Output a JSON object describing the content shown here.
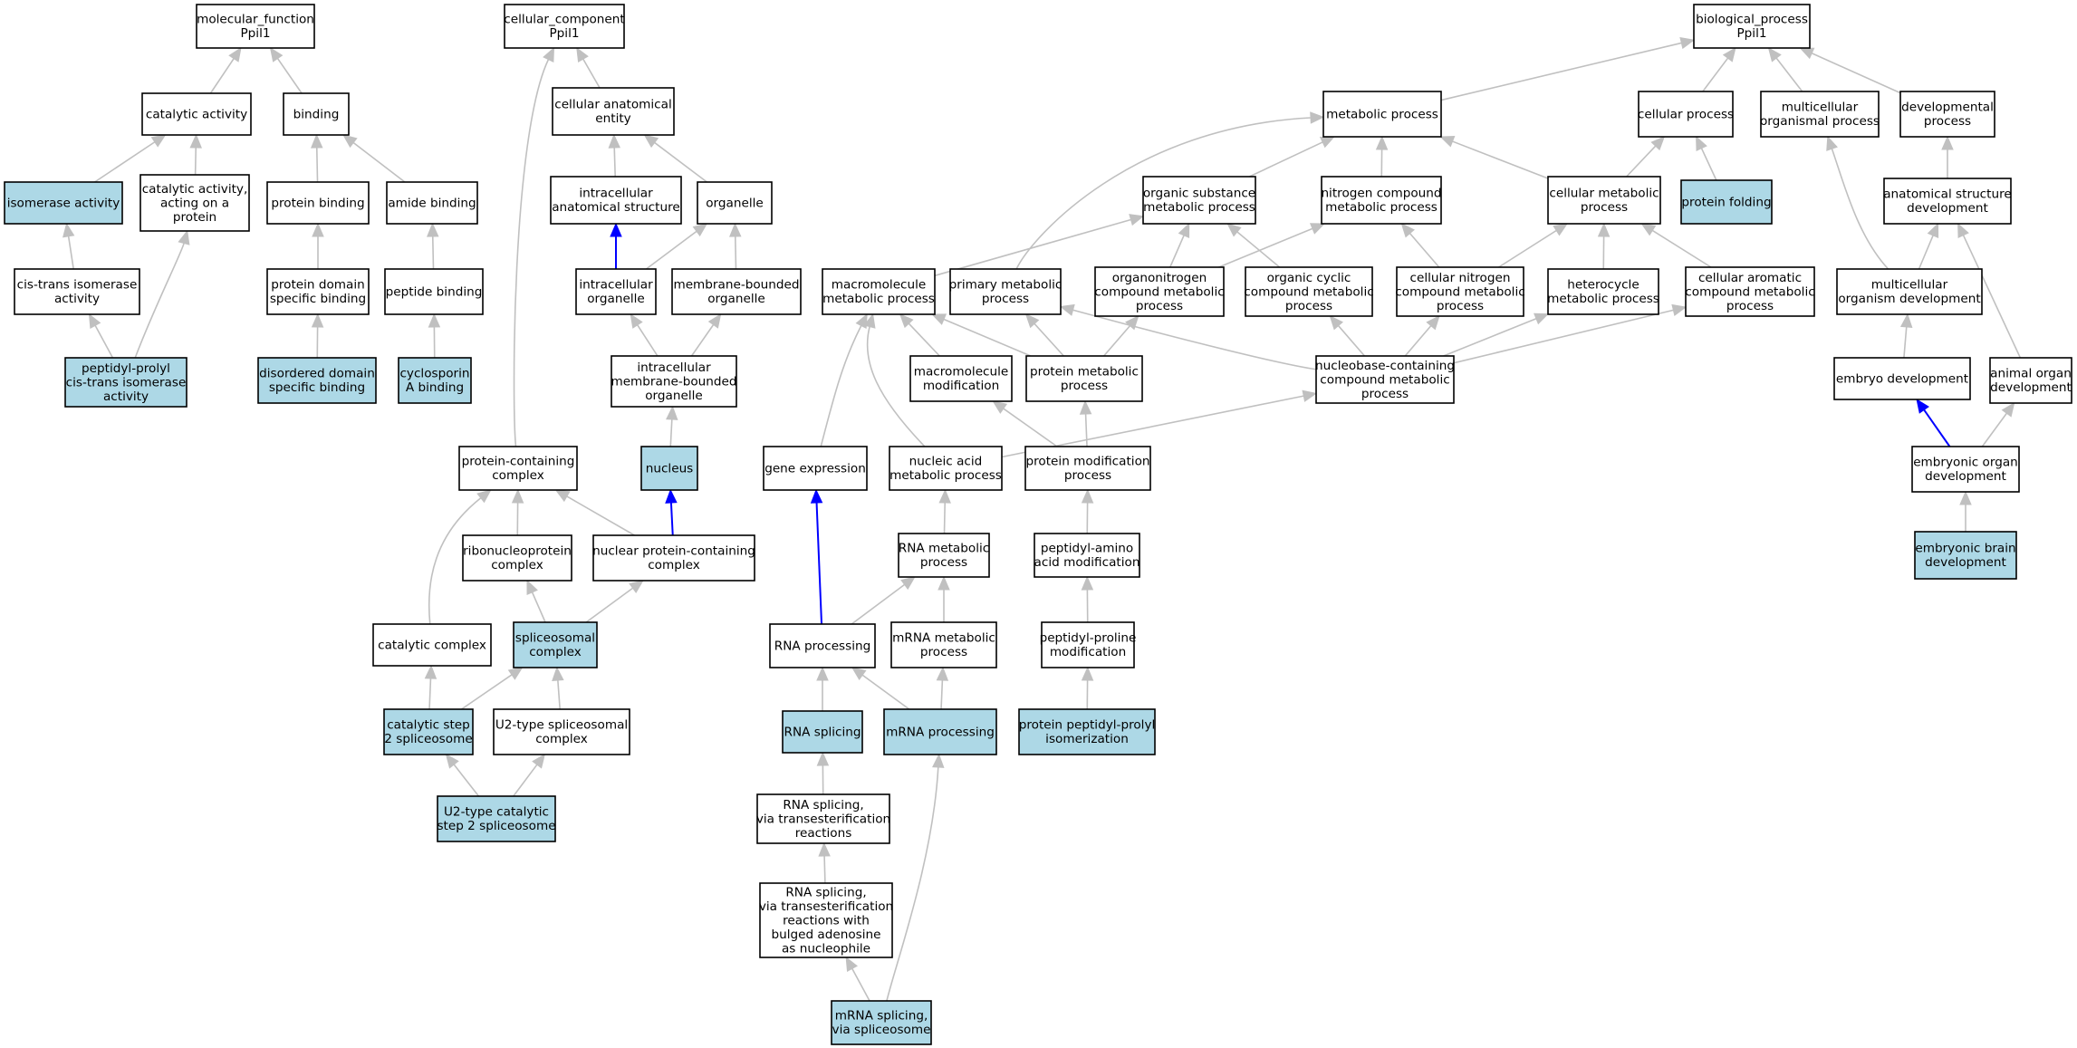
{
  "colors": {
    "node_fill": "#ffffff",
    "highlight_fill": "#add8e6",
    "node_border": "#000000",
    "edge_gray": "#c0c0c0",
    "edge_blue": "#0000ff"
  },
  "nodes": {
    "mf": {
      "lines": [
        "molecular_function",
        "Ppil1"
      ],
      "highlight": false
    },
    "cat": {
      "lines": [
        "catalytic activity"
      ],
      "highlight": false
    },
    "bind": {
      "lines": [
        "binding"
      ],
      "highlight": false
    },
    "iso": {
      "lines": [
        "isomerase activity"
      ],
      "highlight": true
    },
    "catp": {
      "lines": [
        "catalytic activity,",
        "acting on a",
        "protein"
      ],
      "highlight": false
    },
    "pbind": {
      "lines": [
        "protein binding"
      ],
      "highlight": false
    },
    "amide": {
      "lines": [
        "amide binding"
      ],
      "highlight": false
    },
    "cistrans": {
      "lines": [
        "cis-trans isomerase",
        "activity"
      ],
      "highlight": false
    },
    "pdom": {
      "lines": [
        "protein domain",
        "specific binding"
      ],
      "highlight": false
    },
    "pep": {
      "lines": [
        "peptide binding"
      ],
      "highlight": false
    },
    "ppcti": {
      "lines": [
        "peptidyl-prolyl",
        "cis-trans isomerase",
        "activity"
      ],
      "highlight": true
    },
    "disdom": {
      "lines": [
        "disordered domain",
        "specific binding"
      ],
      "highlight": true
    },
    "cyclo": {
      "lines": [
        "cyclosporin",
        "A binding"
      ],
      "highlight": true
    },
    "cc": {
      "lines": [
        "cellular_component",
        "Ppil1"
      ],
      "highlight": false
    },
    "cae": {
      "lines": [
        "cellular anatomical",
        "entity"
      ],
      "highlight": false
    },
    "ias": {
      "lines": [
        "intracellular",
        "anatomical structure"
      ],
      "highlight": false
    },
    "org": {
      "lines": [
        "organelle"
      ],
      "highlight": false
    },
    "iorg": {
      "lines": [
        "intracellular",
        "organelle"
      ],
      "highlight": false
    },
    "mbo": {
      "lines": [
        "membrane-bounded",
        "organelle"
      ],
      "highlight": false
    },
    "imbo": {
      "lines": [
        "intracellular",
        "membrane-bounded",
        "organelle"
      ],
      "highlight": false
    },
    "nucleus": {
      "lines": [
        "nucleus"
      ],
      "highlight": true
    },
    "pcc": {
      "lines": [
        "protein-containing",
        "complex"
      ],
      "highlight": false
    },
    "rnp": {
      "lines": [
        "ribonucleoprotein",
        "complex"
      ],
      "highlight": false
    },
    "npcc": {
      "lines": [
        "nuclear protein-containing",
        "complex"
      ],
      "highlight": false
    },
    "catcx": {
      "lines": [
        "catalytic complex"
      ],
      "highlight": false
    },
    "splc": {
      "lines": [
        "spliceosomal",
        "complex"
      ],
      "highlight": true
    },
    "cs2": {
      "lines": [
        "catalytic step",
        "2 spliceosome"
      ],
      "highlight": true
    },
    "u2t": {
      "lines": [
        "U2-type spliceosomal",
        "complex"
      ],
      "highlight": false
    },
    "u2cs2": {
      "lines": [
        "U2-type catalytic",
        "step 2 spliceosome"
      ],
      "highlight": true
    },
    "bp": {
      "lines": [
        "biological_process",
        "Ppil1"
      ],
      "highlight": false
    },
    "met": {
      "lines": [
        "metabolic process"
      ],
      "highlight": false
    },
    "cellp": {
      "lines": [
        "cellular process"
      ],
      "highlight": false
    },
    "multi": {
      "lines": [
        "multicellular",
        "organismal process"
      ],
      "highlight": false
    },
    "devp": {
      "lines": [
        "developmental",
        "process"
      ],
      "highlight": false
    },
    "osm": {
      "lines": [
        "organic substance",
        "metabolic process"
      ],
      "highlight": false
    },
    "ncm": {
      "lines": [
        "nitrogen compound",
        "metabolic process"
      ],
      "highlight": false
    },
    "cmet": {
      "lines": [
        "cellular metabolic",
        "process"
      ],
      "highlight": false
    },
    "pfold": {
      "lines": [
        "protein folding"
      ],
      "highlight": true
    },
    "asd": {
      "lines": [
        "anatomical structure",
        "development"
      ],
      "highlight": false
    },
    "mmm": {
      "lines": [
        "macromolecule",
        "metabolic process"
      ],
      "highlight": false
    },
    "prim": {
      "lines": [
        "primary metabolic",
        "process"
      ],
      "highlight": false
    },
    "oncm": {
      "lines": [
        "organonitrogen",
        "compound metabolic",
        "process"
      ],
      "highlight": false
    },
    "occm": {
      "lines": [
        "organic cyclic",
        "compound metabolic",
        "process"
      ],
      "highlight": false
    },
    "cncm": {
      "lines": [
        "cellular nitrogen",
        "compound metabolic",
        "process"
      ],
      "highlight": false
    },
    "hetm": {
      "lines": [
        "heterocycle",
        "metabolic process"
      ],
      "highlight": false
    },
    "cacm": {
      "lines": [
        "cellular aromatic",
        "compound metabolic",
        "process"
      ],
      "highlight": false
    },
    "mod": {
      "lines": [
        "multicellular",
        "organism development"
      ],
      "highlight": false
    },
    "mmod": {
      "lines": [
        "macromolecule",
        "modification"
      ],
      "highlight": false
    },
    "pmp": {
      "lines": [
        "protein metabolic",
        "process"
      ],
      "highlight": false
    },
    "nbcm": {
      "lines": [
        "nucleobase-containing",
        "compound metabolic",
        "process"
      ],
      "highlight": false
    },
    "embd": {
      "lines": [
        "embryo development"
      ],
      "highlight": false
    },
    "aod": {
      "lines": [
        "animal organ",
        "development"
      ],
      "highlight": false
    },
    "gexp": {
      "lines": [
        "gene expression"
      ],
      "highlight": false
    },
    "nam": {
      "lines": [
        "nucleic acid",
        "metabolic process"
      ],
      "highlight": false
    },
    "pmodp": {
      "lines": [
        "protein modification",
        "process"
      ],
      "highlight": false
    },
    "eod": {
      "lines": [
        "embryonic organ",
        "development"
      ],
      "highlight": false
    },
    "rnam": {
      "lines": [
        "RNA metabolic",
        "process"
      ],
      "highlight": false
    },
    "paam": {
      "lines": [
        "peptidyl-amino",
        "acid modification"
      ],
      "highlight": false
    },
    "ebd": {
      "lines": [
        "embryonic brain",
        "development"
      ],
      "highlight": true
    },
    "rnap": {
      "lines": [
        "RNA processing"
      ],
      "highlight": false
    },
    "mrnam": {
      "lines": [
        "mRNA metabolic",
        "process"
      ],
      "highlight": false
    },
    "ppm": {
      "lines": [
        "peptidyl-proline",
        "modification"
      ],
      "highlight": false
    },
    "rnas": {
      "lines": [
        "RNA splicing"
      ],
      "highlight": true
    },
    "mrnap": {
      "lines": [
        "mRNA processing"
      ],
      "highlight": true
    },
    "pppi": {
      "lines": [
        "protein peptidyl-prolyl",
        "isomerization"
      ],
      "highlight": true
    },
    "rstr": {
      "lines": [
        "RNA splicing,",
        "via transesterification",
        "reactions"
      ],
      "highlight": false
    },
    "rstrb": {
      "lines": [
        "RNA splicing,",
        "via transesterification",
        "reactions with",
        "bulged adenosine",
        "as nucleophile"
      ],
      "highlight": false
    },
    "mrnas": {
      "lines": [
        "mRNA splicing,",
        "via spliceosome"
      ],
      "highlight": true
    }
  },
  "edges": [
    {
      "from": "cat",
      "to": "mf",
      "color": "gray"
    },
    {
      "from": "bind",
      "to": "mf",
      "color": "gray"
    },
    {
      "from": "iso",
      "to": "cat",
      "color": "gray"
    },
    {
      "from": "catp",
      "to": "cat",
      "color": "gray"
    },
    {
      "from": "pbind",
      "to": "bind",
      "color": "gray"
    },
    {
      "from": "amide",
      "to": "bind",
      "color": "gray"
    },
    {
      "from": "cistrans",
      "to": "iso",
      "color": "gray"
    },
    {
      "from": "pdom",
      "to": "pbind",
      "color": "gray"
    },
    {
      "from": "pep",
      "to": "amide",
      "color": "gray"
    },
    {
      "from": "ppcti",
      "to": "cistrans",
      "color": "gray"
    },
    {
      "from": "ppcti",
      "to": "catp",
      "color": "gray"
    },
    {
      "from": "disdom",
      "to": "pdom",
      "color": "gray"
    },
    {
      "from": "cyclo",
      "to": "pep",
      "color": "gray"
    },
    {
      "from": "cae",
      "to": "cc",
      "color": "gray"
    },
    {
      "from": "pcc",
      "to": "cc",
      "color": "gray"
    },
    {
      "from": "ias",
      "to": "cae",
      "color": "gray"
    },
    {
      "from": "org",
      "to": "cae",
      "color": "gray"
    },
    {
      "from": "iorg",
      "to": "ias",
      "color": "blue"
    },
    {
      "from": "iorg",
      "to": "org",
      "color": "gray"
    },
    {
      "from": "mbo",
      "to": "org",
      "color": "gray"
    },
    {
      "from": "imbo",
      "to": "iorg",
      "color": "gray"
    },
    {
      "from": "imbo",
      "to": "mbo",
      "color": "gray"
    },
    {
      "from": "nucleus",
      "to": "imbo",
      "color": "gray"
    },
    {
      "from": "npcc",
      "to": "nucleus",
      "color": "blue"
    },
    {
      "from": "rnp",
      "to": "pcc",
      "color": "gray"
    },
    {
      "from": "npcc",
      "to": "pcc",
      "color": "gray"
    },
    {
      "from": "catcx",
      "to": "pcc",
      "color": "gray"
    },
    {
      "from": "splc",
      "to": "rnp",
      "color": "gray"
    },
    {
      "from": "splc",
      "to": "npcc",
      "color": "gray"
    },
    {
      "from": "cs2",
      "to": "catcx",
      "color": "gray"
    },
    {
      "from": "cs2",
      "to": "splc",
      "color": "gray"
    },
    {
      "from": "u2t",
      "to": "splc",
      "color": "gray"
    },
    {
      "from": "u2cs2",
      "to": "cs2",
      "color": "gray"
    },
    {
      "from": "u2cs2",
      "to": "u2t",
      "color": "gray"
    },
    {
      "from": "met",
      "to": "bp",
      "color": "gray"
    },
    {
      "from": "cellp",
      "to": "bp",
      "color": "gray"
    },
    {
      "from": "multi",
      "to": "bp",
      "color": "gray"
    },
    {
      "from": "devp",
      "to": "bp",
      "color": "gray"
    },
    {
      "from": "osm",
      "to": "met",
      "color": "gray"
    },
    {
      "from": "ncm",
      "to": "met",
      "color": "gray"
    },
    {
      "from": "cmet",
      "to": "met",
      "color": "gray"
    },
    {
      "from": "prim",
      "to": "met",
      "color": "gray"
    },
    {
      "from": "cmet",
      "to": "cellp",
      "color": "gray"
    },
    {
      "from": "pfold",
      "to": "cellp",
      "color": "gray"
    },
    {
      "from": "asd",
      "to": "devp",
      "color": "gray"
    },
    {
      "from": "mmm",
      "to": "osm",
      "color": "gray"
    },
    {
      "from": "oncm",
      "to": "osm",
      "color": "gray"
    },
    {
      "from": "occm",
      "to": "osm",
      "color": "gray"
    },
    {
      "from": "oncm",
      "to": "ncm",
      "color": "gray"
    },
    {
      "from": "cncm",
      "to": "ncm",
      "color": "gray"
    },
    {
      "from": "cncm",
      "to": "cmet",
      "color": "gray"
    },
    {
      "from": "hetm",
      "to": "cmet",
      "color": "gray"
    },
    {
      "from": "cacm",
      "to": "cmet",
      "color": "gray"
    },
    {
      "from": "mod",
      "to": "multi",
      "color": "gray"
    },
    {
      "from": "mod",
      "to": "asd",
      "color": "gray"
    },
    {
      "from": "aod",
      "to": "asd",
      "color": "gray"
    },
    {
      "from": "pmp",
      "to": "mmm",
      "color": "gray"
    },
    {
      "from": "mmod",
      "to": "mmm",
      "color": "gray"
    },
    {
      "from": "gexp",
      "to": "mmm",
      "color": "gray"
    },
    {
      "from": "nam",
      "to": "mmm",
      "color": "gray"
    },
    {
      "from": "pmp",
      "to": "prim",
      "color": "gray"
    },
    {
      "from": "pmp",
      "to": "oncm",
      "color": "gray"
    },
    {
      "from": "nbcm",
      "to": "prim",
      "color": "gray"
    },
    {
      "from": "nbcm",
      "to": "occm",
      "color": "gray"
    },
    {
      "from": "nbcm",
      "to": "cncm",
      "color": "gray"
    },
    {
      "from": "nbcm",
      "to": "hetm",
      "color": "gray"
    },
    {
      "from": "nbcm",
      "to": "cacm",
      "color": "gray"
    },
    {
      "from": "embd",
      "to": "mod",
      "color": "gray"
    },
    {
      "from": "nam",
      "to": "nbcm",
      "color": "gray"
    },
    {
      "from": "pmodp",
      "to": "mmod",
      "color": "gray"
    },
    {
      "from": "pmodp",
      "to": "pmp",
      "color": "gray"
    },
    {
      "from": "eod",
      "to": "embd",
      "color": "blue"
    },
    {
      "from": "eod",
      "to": "aod",
      "color": "gray"
    },
    {
      "from": "rnam",
      "to": "nam",
      "color": "gray"
    },
    {
      "from": "paam",
      "to": "pmodp",
      "color": "gray"
    },
    {
      "from": "ebd",
      "to": "eod",
      "color": "gray"
    },
    {
      "from": "rnap",
      "to": "gexp",
      "color": "blue"
    },
    {
      "from": "rnap",
      "to": "rnam",
      "color": "gray"
    },
    {
      "from": "mrnam",
      "to": "rnam",
      "color": "gray"
    },
    {
      "from": "ppm",
      "to": "paam",
      "color": "gray"
    },
    {
      "from": "rnas",
      "to": "rnap",
      "color": "gray"
    },
    {
      "from": "mrnap",
      "to": "rnap",
      "color": "gray"
    },
    {
      "from": "mrnap",
      "to": "mrnam",
      "color": "gray"
    },
    {
      "from": "pppi",
      "to": "ppm",
      "color": "gray"
    },
    {
      "from": "rstr",
      "to": "rnas",
      "color": "gray"
    },
    {
      "from": "rstrb",
      "to": "rstr",
      "color": "gray"
    },
    {
      "from": "mrnas",
      "to": "rstrb",
      "color": "gray"
    },
    {
      "from": "mrnas",
      "to": "mrnap",
      "color": "gray"
    }
  ]
}
